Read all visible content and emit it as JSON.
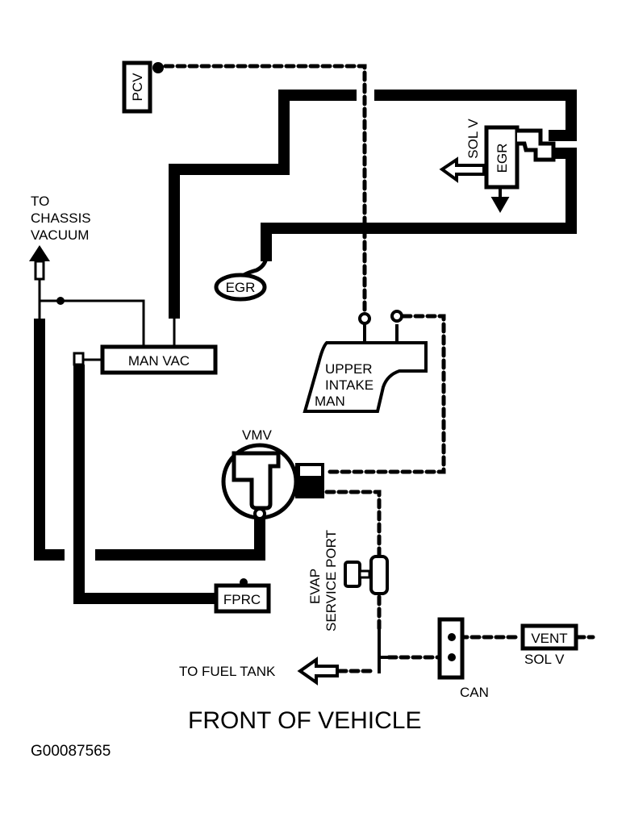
{
  "diagram": {
    "type": "vacuum hose routing diagram",
    "components": {
      "pcv": "PCV",
      "sol_v_egr_label": "SOL V",
      "egr_sol_box": "EGR",
      "egr_valve": "EGR",
      "chassis_vacuum": [
        "TO",
        "CHASSIS",
        "VACUUM"
      ],
      "man_vac": "MAN VAC",
      "upper_intake": [
        "UPPER",
        "INTAKE",
        "MAN"
      ],
      "vmv": "VMV",
      "evap_service_port": [
        "EVAP",
        "SERVICE PORT"
      ],
      "fprc": "FPRC",
      "to_fuel_tank": "TO FUEL TANK",
      "can": "CAN",
      "vent": "VENT",
      "vent_sol_v": "SOL V"
    },
    "footer": {
      "orientation": "FRONT OF VEHICLE",
      "figure_id": "G00087565"
    },
    "colors": {
      "line": "#000000",
      "background": "#ffffff"
    }
  }
}
